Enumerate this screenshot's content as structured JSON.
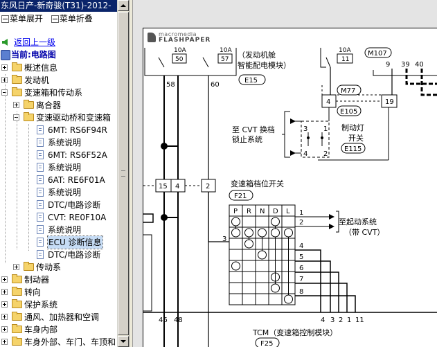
{
  "window": {
    "title": "东风日产-新奇骏(T31)-2012-"
  },
  "menu": {
    "expand_label": "菜单展开",
    "collapse_label": "菜单折叠"
  },
  "nav": {
    "back_label": "返回上一级",
    "current_label": "当前:电路图"
  },
  "tree": [
    {
      "label": "概述信息",
      "type": "folder",
      "toggle": "+"
    },
    {
      "label": "发动机",
      "type": "folder",
      "toggle": "+"
    },
    {
      "label": "变速箱和传动系",
      "type": "folder",
      "toggle": "-"
    },
    {
      "label": "离合器",
      "type": "folder",
      "toggle": "+"
    },
    {
      "label": "变速驱动桥和变速箱",
      "type": "folder",
      "toggle": "-"
    },
    {
      "label": "6MT: RS6F94R",
      "type": "doc"
    },
    {
      "label": "系统说明",
      "type": "doc"
    },
    {
      "label": "6MT: RS6F52A",
      "type": "doc"
    },
    {
      "label": "系统说明",
      "type": "doc"
    },
    {
      "label": "6AT: RE6F01A",
      "type": "doc"
    },
    {
      "label": "系统说明",
      "type": "doc"
    },
    {
      "label": "DTC/电路诊断",
      "type": "doc"
    },
    {
      "label": "CVT: RE0F10A",
      "type": "doc"
    },
    {
      "label": "系统说明",
      "type": "doc"
    },
    {
      "label": "ECU 诊断信息",
      "type": "doc",
      "selected": true
    },
    {
      "label": "DTC/电路诊断",
      "type": "doc"
    },
    {
      "label": "传动系",
      "type": "folder",
      "toggle": "+"
    },
    {
      "label": "制动器",
      "type": "folder",
      "toggle": "+"
    },
    {
      "label": "转向",
      "type": "folder",
      "toggle": "+"
    },
    {
      "label": "保护系统",
      "type": "folder",
      "toggle": "+"
    },
    {
      "label": "通风、加热器和空调",
      "type": "folder",
      "toggle": "+"
    },
    {
      "label": "车身内部",
      "type": "folder",
      "toggle": "+"
    },
    {
      "label": "车身外部、车门、车顶和",
      "type": "folder",
      "toggle": "+"
    }
  ],
  "viewer": {
    "logo_line1": "macromedia",
    "logo_line2": "FLASHPAPER"
  },
  "schematic": {
    "fuse1_amp": "10A",
    "fuse1_num": "50",
    "fuse2_amp": "10A",
    "fuse2_num": "57",
    "fuse3_amp": "10A",
    "fuse3_num": "11",
    "ipdm_line1": "（发动机舱",
    "ipdm_line2": "智能配电模块）",
    "conn_e15": "E15",
    "wire_58": "58",
    "wire_60": "60",
    "conn_m107": "M107",
    "pins_m107": [
      "9",
      "39",
      "40"
    ],
    "conn_m77": "M77",
    "pin_m77": "4",
    "conn_e105": "E105",
    "pin_e105": "19",
    "brake_switch_line1": "制动灯",
    "brake_switch_line2": "开关",
    "conn_e115": "E115",
    "sw_pins": [
      "3",
      "1",
      "4",
      "2"
    ],
    "cvt_lock_line1": "至 CVT 换档",
    "cvt_lock_line2": "锁止系统",
    "junction_pins": [
      "15",
      "4"
    ],
    "conn2_pin": "2",
    "range_switch_title": "变速箱档位开关",
    "conn_f21": "F21",
    "range_positions": [
      "P",
      "R",
      "N",
      "D",
      "L"
    ],
    "range_input_pin": "3",
    "range_output_pins": [
      "1",
      "2",
      "4",
      "5",
      "6",
      "7",
      "8"
    ],
    "starter_line1": "至起动系统",
    "starter_line2": "（带 CVT）",
    "tcm_pins": [
      "46",
      "48",
      "4",
      "3",
      "2",
      "1",
      "11"
    ],
    "tcm_label": "TCM（变速箱控制模块）",
    "conn_f25": "F25"
  }
}
